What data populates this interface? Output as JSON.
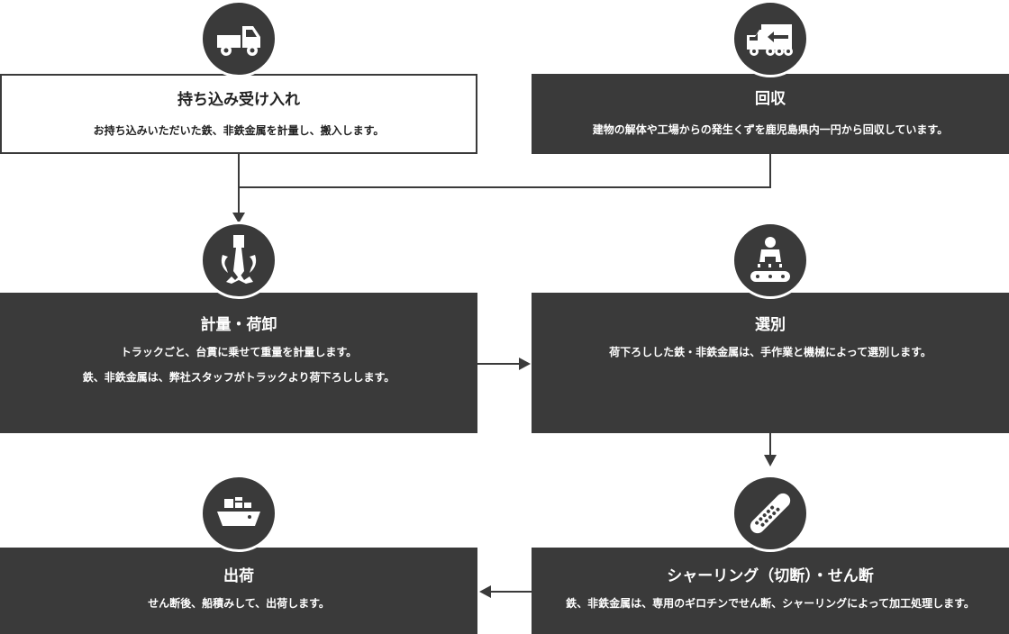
{
  "steps": {
    "bring_in": {
      "icon": "pickup-truck-icon",
      "title": "持ち込み受け入れ",
      "desc": "お持ち込みいただいた鉄、非鉄金属を計量し、搬入します。"
    },
    "collection": {
      "icon": "delivery-truck-icon",
      "title": "回収",
      "desc": "建物の解体や工場からの発生くずを鹿児島県内一円から回収しています。"
    },
    "weighing": {
      "icon": "scrap-grapple-icon",
      "title": "計量・荷卸",
      "desc_lines": [
        "トラックごと、台貫に乗せて重量を計量します。",
        "鉄、非鉄金属は、弊社スタッフがトラックより荷下ろしします。"
      ]
    },
    "sorting": {
      "icon": "worker-conveyor-icon",
      "title": "選別",
      "desc": "荷下ろしした鉄・非鉄金属は、手作業と機械によって選別します。"
    },
    "shipping": {
      "icon": "cargo-ship-icon",
      "title": "出荷",
      "desc": "せん断後、船積みして、出荷します。"
    },
    "shearing": {
      "icon": "sheared-bundle-icon",
      "title": "シャーリング（切断）・せん断",
      "desc": "鉄、非鉄金属は、専用のギロチンでせん断、シャーリングによって加工処理します。"
    }
  },
  "colors": {
    "dark": "#3a3a3a",
    "light": "#ffffff",
    "line": "#3a3a3a"
  }
}
